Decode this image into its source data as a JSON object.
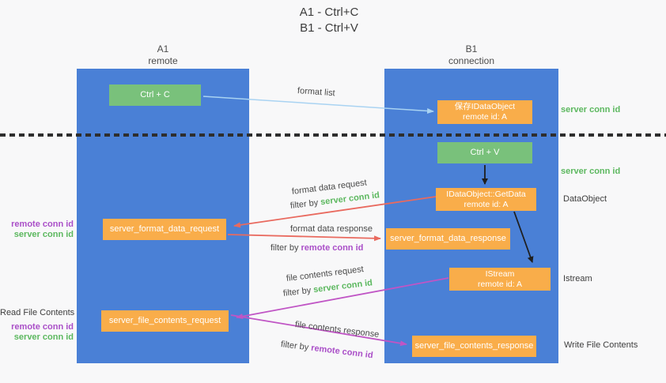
{
  "title": {
    "line1": "A1 - Ctrl+C",
    "line2": "B1 - Ctrl+V"
  },
  "lanes": {
    "left": {
      "name": "A1",
      "subtitle": "remote"
    },
    "right": {
      "name": "B1",
      "subtitle": "connection"
    }
  },
  "boxes": {
    "ctrl_c": {
      "label": "Ctrl + C"
    },
    "ctrl_v": {
      "label": "Ctrl + V"
    },
    "save_dataobject": {
      "line1": "保存IDataObject",
      "line2": "remote id: A"
    },
    "getdata": {
      "line1": "IDataObject::GetData",
      "line2": "remote id: A"
    },
    "istream": {
      "line1": "IStream",
      "line2": "remote id: A"
    },
    "format_request": {
      "label": "server_format_data_request"
    },
    "format_response": {
      "label": "server_format_data_response"
    },
    "file_request": {
      "label": "server_file_contents_request"
    },
    "file_response": {
      "label": "server_file_contents_response"
    }
  },
  "arrow_labels": {
    "format_list": "format list",
    "format_data_request": "format data request",
    "format_data_response": "format data response",
    "file_contents_request": "file contents request",
    "file_contents_response": "file contents response",
    "filter_by": "filter by ",
    "server_conn_id": "server conn id",
    "remote_conn_id": "remote conn id"
  },
  "side_labels": {
    "left_remote_conn_id": "remote conn id",
    "left_server_conn_id": "server conn id",
    "read_file_contents": "Read File Contents",
    "left2_remote_conn_id": "remote conn id",
    "left2_server_conn_id": "server conn id",
    "right_server_conn_id_1": "server conn id",
    "right_server_conn_id_2": "server conn id",
    "dataobject": "DataObject",
    "istream": "Istream",
    "write_file_contents": "Write File Contents"
  },
  "colors": {
    "lane_blue": "#4a80d6",
    "action_green": "#79c17b",
    "node_orange": "#f9ad4a",
    "server_conn_green": "#5cb85f",
    "remote_conn_purple": "#aa4fc8",
    "format_arrow_red": "#e96a5f",
    "file_arrow_magenta": "#c055c5",
    "format_list_blue": "#a9d3f2",
    "black_arrow": "#1f1f1f",
    "background": "#f8f8f9"
  }
}
